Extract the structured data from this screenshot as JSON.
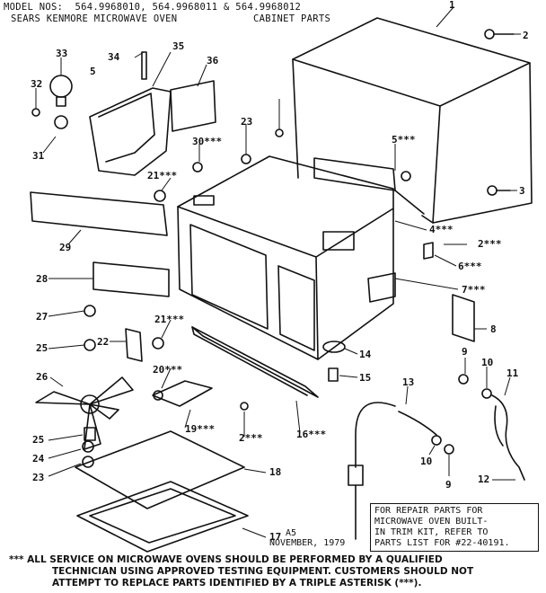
{
  "header": {
    "models": "MODEL NOS:  564.9968010, 564.9968011 & 564.9968012",
    "brand": "SEARS KENMORE MICROWAVE OVEN",
    "section": "CABINET PARTS"
  },
  "callouts": [
    "1",
    "2",
    "3",
    "5",
    "33",
    "34",
    "35",
    "36",
    "32",
    "31",
    "23",
    "30***",
    "5***",
    "21***",
    "4***",
    "2***",
    "6***",
    "29",
    "28",
    "7***",
    "27",
    "21***",
    "25",
    "22",
    "26",
    "20***",
    "8",
    "14",
    "15",
    "9",
    "10",
    "11",
    "13",
    "19***",
    "2***",
    "16***",
    "25",
    "24",
    "23",
    "18",
    "10",
    "9",
    "12",
    "17"
  ],
  "note": {
    "lines": [
      "FOR REPAIR PARTS FOR",
      "MICROWAVE OVEN BUILT-",
      "IN TRIM KIT, REFER TO",
      "PARTS LIST FOR #22-40191."
    ]
  },
  "stamp": {
    "code": "A5",
    "date": "NOVEMBER, 1979"
  },
  "footer": {
    "lines": [
      "*** ALL SERVICE ON MICROWAVE OVENS SHOULD BE PERFORMED BY A QUALIFIED",
      "TECHNICIAN USING APPROVED TESTING EQUIPMENT. CUSTOMERS SHOULD NOT",
      "ATTEMPT TO REPLACE PARTS IDENTIFIED BY A TRIPLE ASTERISK (***)."
    ]
  }
}
